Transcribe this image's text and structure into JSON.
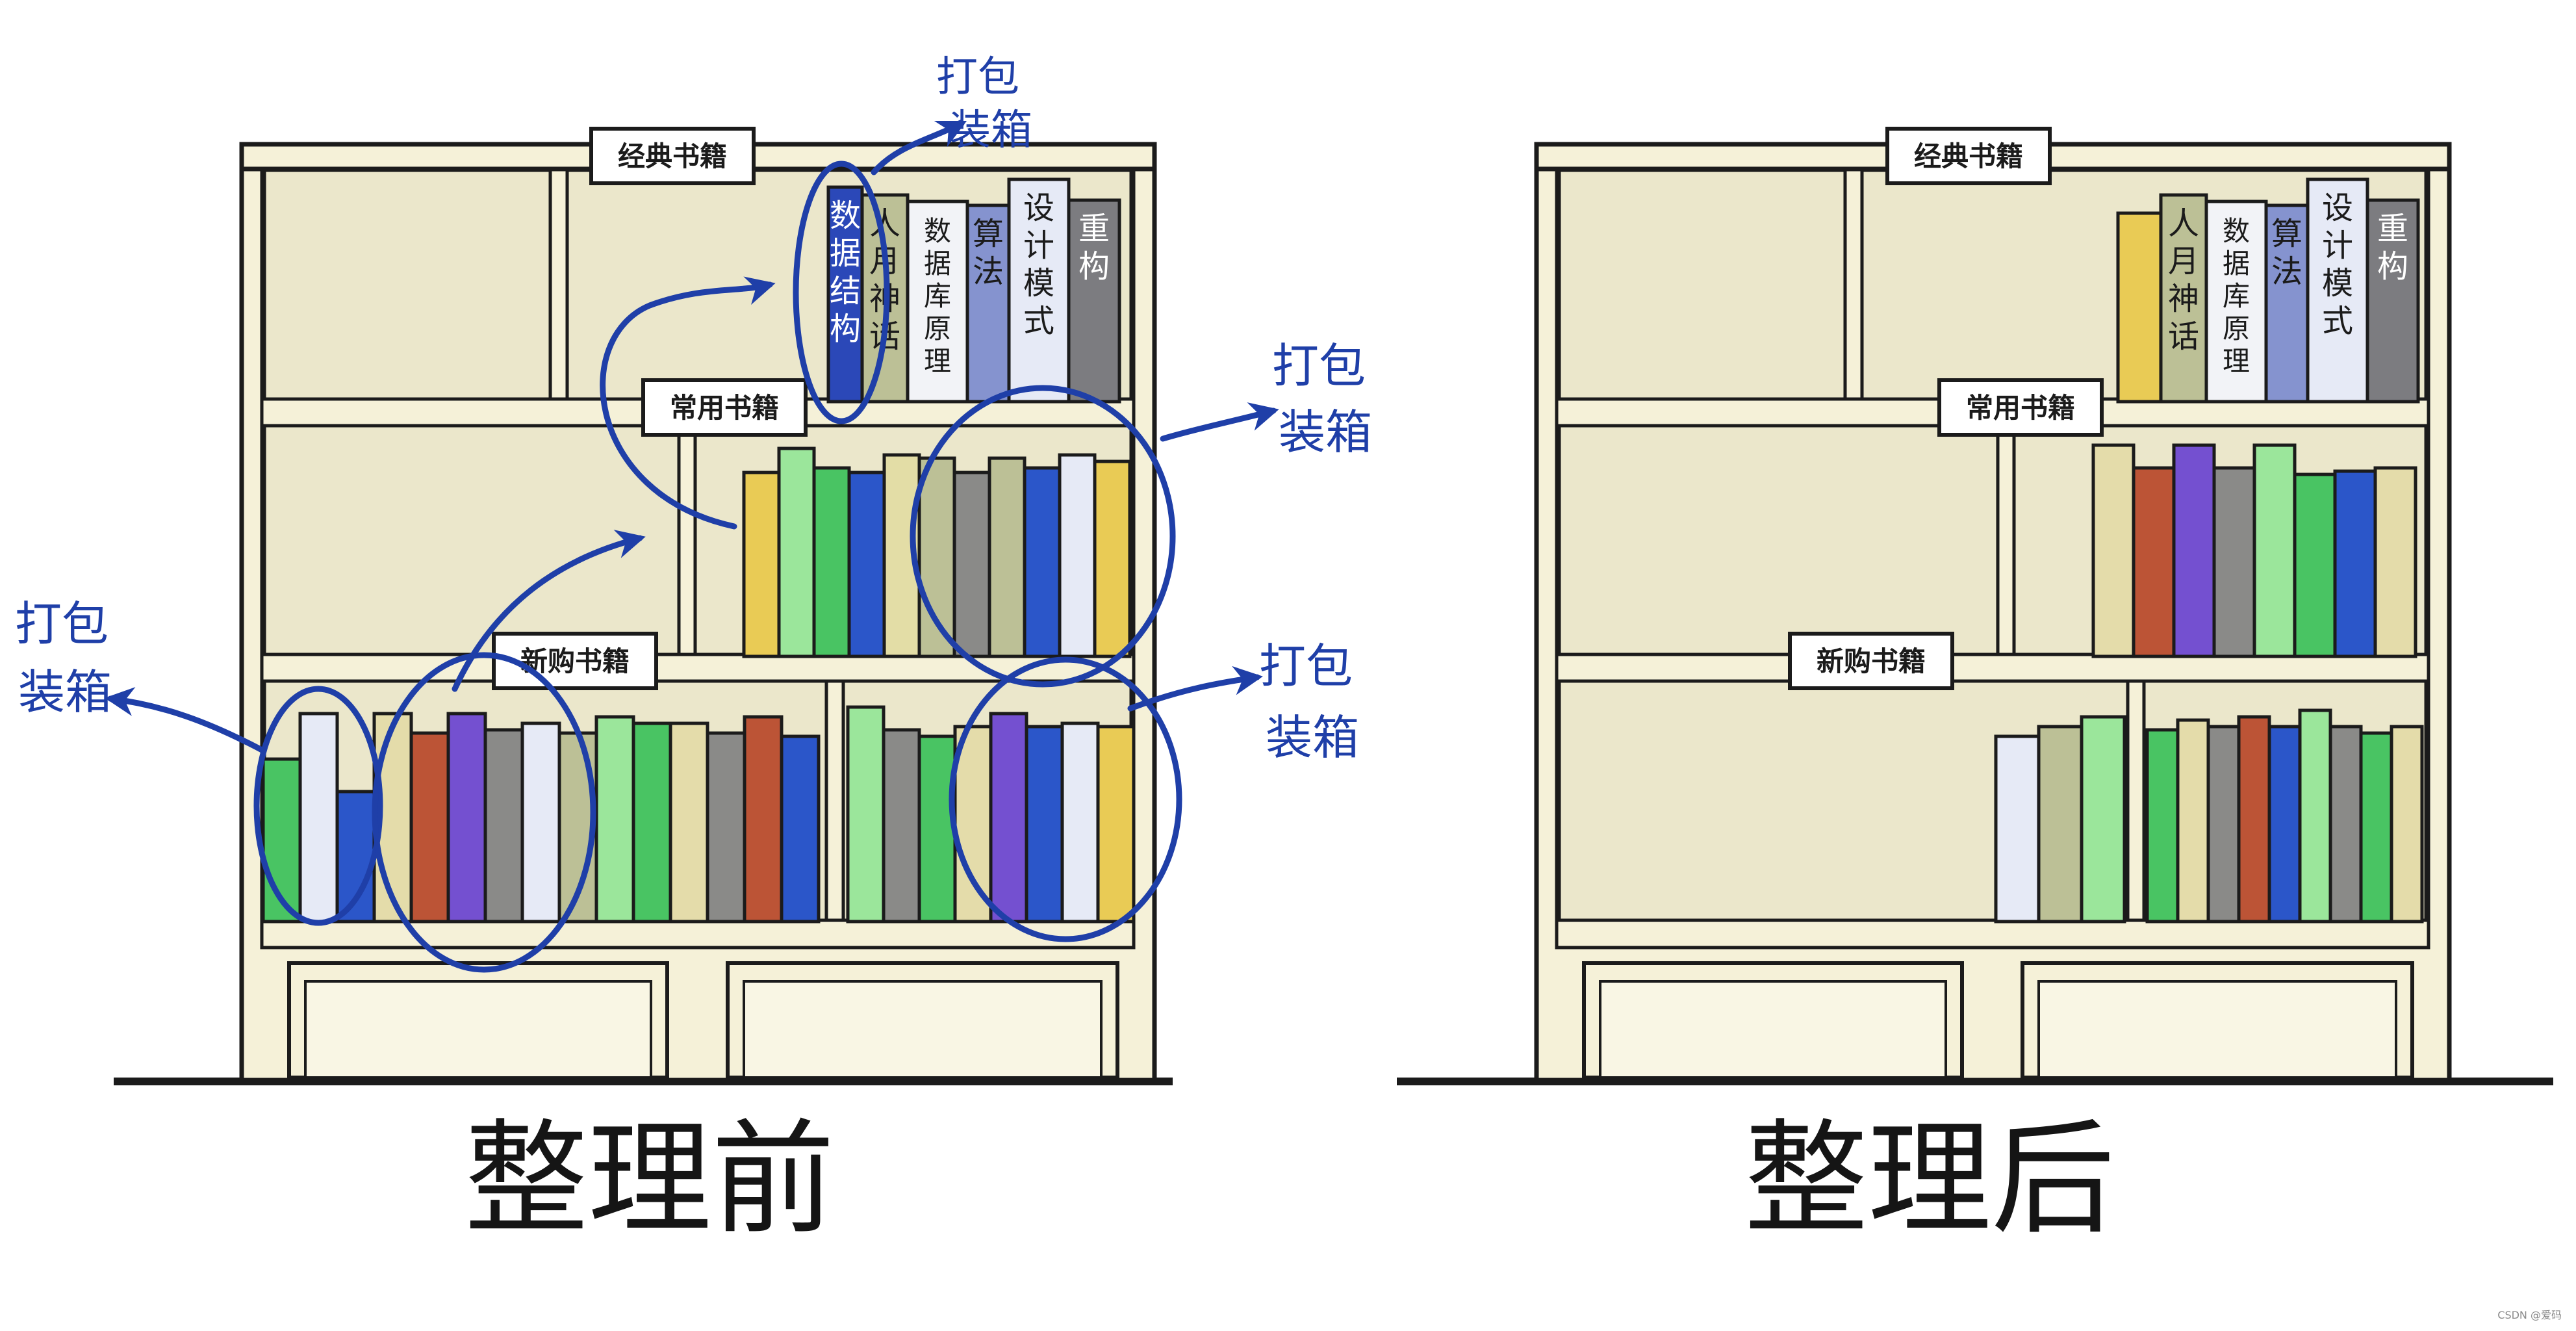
{
  "before": {
    "caption": "整理前",
    "labels": {
      "classic": "经典书籍",
      "common": "常用书籍",
      "new": "新购书籍"
    },
    "annotation_text": [
      "打包",
      "装箱"
    ],
    "classic_books": [
      {
        "title": "数据结构",
        "color": "#2b48b8",
        "circled": true
      },
      {
        "title": "人月神话",
        "color": "#bcc096",
        "circled": false
      },
      {
        "title": "数据库原理",
        "color": "#f2f3f7",
        "circled": false
      },
      {
        "title": "算法",
        "color": "#8593cf",
        "circled": false
      },
      {
        "title": "设计模式",
        "color": "#e6eaf6",
        "circled": false
      },
      {
        "title": "重构",
        "color": "#7c7c80",
        "circled": false
      }
    ],
    "common_books": [
      "#e9cb55",
      "#9be69b",
      "#49c463",
      "#2b56c9",
      "#e3dda6",
      "#bcc096",
      "#8a8a88",
      "#bcc096",
      "#2b56c9",
      "#e6eaf6",
      "#e9cb55"
    ],
    "new_books_left": [
      "#49c463",
      "#e6eaf6",
      "#2b56c9",
      "#e4dcaa",
      "#bc5436",
      "#7450d0",
      "#8a8a88",
      "#e6eaf6",
      "#bcc096",
      "#9be69b",
      "#49c463",
      "#e4dcaa",
      "#8a8a88",
      "#bc5436",
      "#2b56c9"
    ],
    "new_books_right": [
      "#9be69b",
      "#8a8a88",
      "#49c463",
      "#e4dcaa",
      "#7450d0",
      "#2b56c9",
      "#e6eaf6",
      "#e9cb55"
    ]
  },
  "after": {
    "caption": "整理后",
    "labels": {
      "classic": "经典书籍",
      "common": "常用书籍",
      "new": "新购书籍"
    },
    "classic_books": [
      {
        "title": "",
        "color": "#e9cb55"
      },
      {
        "title": "人月神话",
        "color": "#bcc096"
      },
      {
        "title": "数据库原理",
        "color": "#f2f3f7"
      },
      {
        "title": "算法",
        "color": "#8593cf"
      },
      {
        "title": "设计模式",
        "color": "#e6eaf6"
      },
      {
        "title": "重构",
        "color": "#7c7c80"
      }
    ],
    "common_books": [
      "#e4dcaa",
      "#bc5436",
      "#7450d0",
      "#8a8a88",
      "#9be69b",
      "#49c463",
      "#2b56c9",
      "#e4dcaa"
    ],
    "new_books_left": [
      "#e6eaf6",
      "#bcc096",
      "#9be69b"
    ],
    "new_books_right": [
      "#49c463",
      "#e4dcaa",
      "#8a8a88",
      "#bc5436",
      "#2b56c9",
      "#9be69b",
      "#8a8a88",
      "#49c463",
      "#e4dcaa"
    ]
  },
  "colors": {
    "wood": "#f5f1d8",
    "back": "#ebe7cb",
    "outline": "#1b1b1b",
    "ink": "#1f3fa8"
  },
  "credit": "CSDN @爱码"
}
